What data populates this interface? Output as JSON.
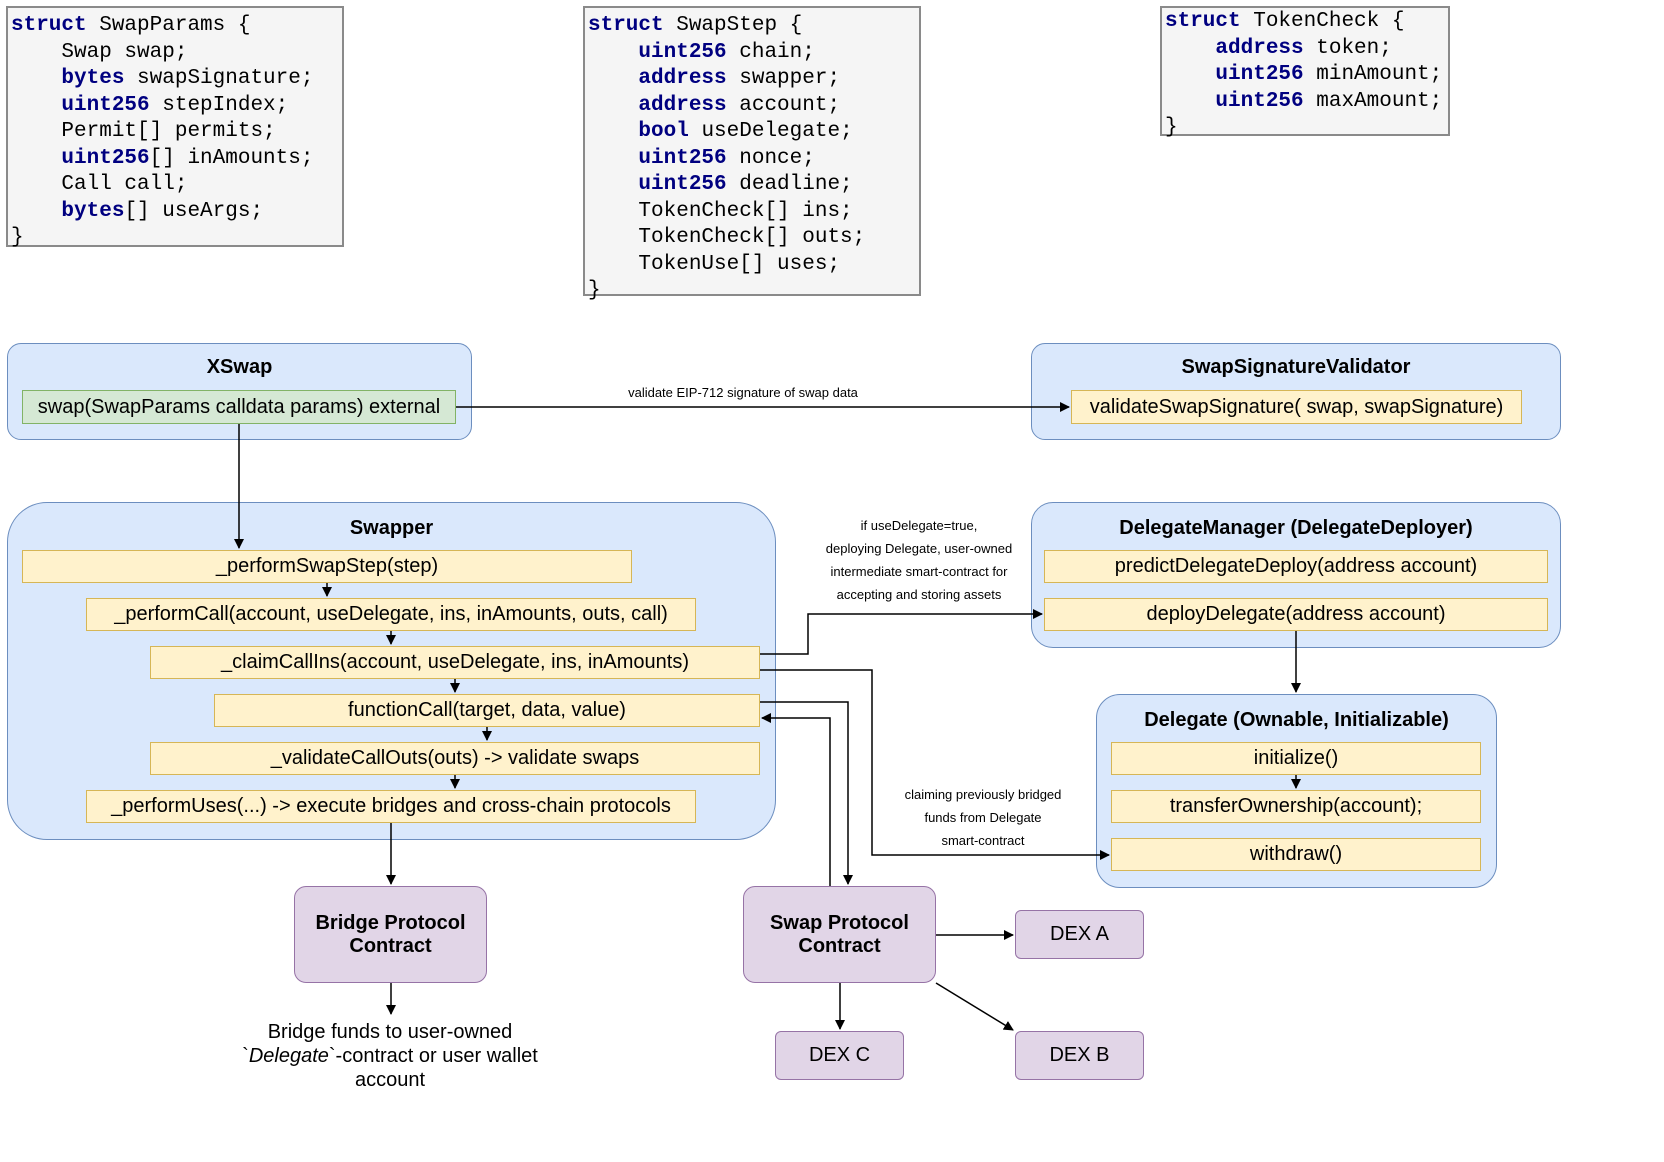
{
  "structs": {
    "swap_params": {
      "header_kw": "struct",
      "header_name": " SwapParams {",
      "lines": [
        {
          "kw": "",
          "rest": "Swap swap;"
        },
        {
          "kw": "bytes",
          "rest": " swapSignature;"
        },
        {
          "kw": "uint256",
          "rest": " stepIndex;"
        },
        {
          "kw": "",
          "rest": "Permit[] permits;"
        },
        {
          "kw": "uint256",
          "rest": "[] inAmounts;"
        },
        {
          "kw": "",
          "rest": "Call call;"
        },
        {
          "kw": "bytes",
          "rest": "[] useArgs;"
        }
      ],
      "closing": "}"
    },
    "swap_step": {
      "header_kw": "struct",
      "header_name": " SwapStep {",
      "lines": [
        {
          "kw": "uint256",
          "rest": " chain;"
        },
        {
          "kw": "address",
          "rest": " swapper;"
        },
        {
          "kw": "address",
          "rest": " account;"
        },
        {
          "kw": "bool",
          "rest": " useDelegate;"
        },
        {
          "kw": "uint256",
          "rest": " nonce;"
        },
        {
          "kw": "uint256",
          "rest": " deadline;"
        },
        {
          "kw": "",
          "rest": "TokenCheck[] ins;"
        },
        {
          "kw": "",
          "rest": "TokenCheck[] outs;"
        },
        {
          "kw": "",
          "rest": "TokenUse[] uses;"
        }
      ],
      "closing": "}"
    },
    "token_check": {
      "header_kw": "struct",
      "header_name": " TokenCheck {",
      "lines": [
        {
          "kw": "address",
          "rest": " token;"
        },
        {
          "kw": "uint256",
          "rest": " minAmount;"
        },
        {
          "kw": "uint256",
          "rest": " maxAmount;"
        }
      ],
      "closing": "}"
    }
  },
  "xswap": {
    "title": "XSwap",
    "swap_fn": "swap(SwapParams calldata params) external"
  },
  "validator": {
    "title": "SwapSignatureValidator",
    "fn": "validateSwapSignature( swap,  swapSignature)"
  },
  "swapper": {
    "title": "Swapper",
    "perform_swap_step": "_performSwapStep(step)",
    "perform_call": "_performCall(account, useDelegate, ins, inAmounts, outs, call)",
    "claim_call_ins": "_claimCallIns(account, useDelegate, ins, inAmounts)",
    "function_call": "functionCall(target, data, value)",
    "validate_call_outs": "_validateCallOuts(outs) -> validate swaps",
    "perform_uses": "_performUses(...) -> execute bridges and cross-chain protocols"
  },
  "delegate_manager": {
    "title": "DelegateManager (DelegateDeployer)",
    "predict": "predictDelegateDeploy(address account)",
    "deploy": "deployDelegate(address account)"
  },
  "delegate": {
    "title": "Delegate (Ownable, Initializable)",
    "initialize": "initialize()",
    "transfer": "transferOwnership(account);",
    "withdraw": "withdraw()"
  },
  "protocols": {
    "bridge_line1": "Bridge Protocol",
    "bridge_line2": "Contract",
    "swap_line1": "Swap Protocol",
    "swap_line2": "Contract",
    "dex_a": "DEX A",
    "dex_b": "DEX B",
    "dex_c": "DEX C"
  },
  "edge_labels": {
    "validate": "validate EIP-712 signature of swap data",
    "deploy_line1": "if useDelegate=true,",
    "deploy_line2": "deploying Delegate, user-owned",
    "deploy_line3": "intermediate smart-contract for",
    "deploy_line4": "accepting and storing assets",
    "claim_line1": "claiming previously bridged",
    "claim_line2": "funds from Delegate",
    "claim_line3": "smart-contract"
  },
  "bridge_note": {
    "line1": "Bridge funds to user-owned",
    "line2_pre": "`",
    "line2_em": "Delegate",
    "line2_post": "`-contract or user wallet",
    "line3": "account"
  }
}
